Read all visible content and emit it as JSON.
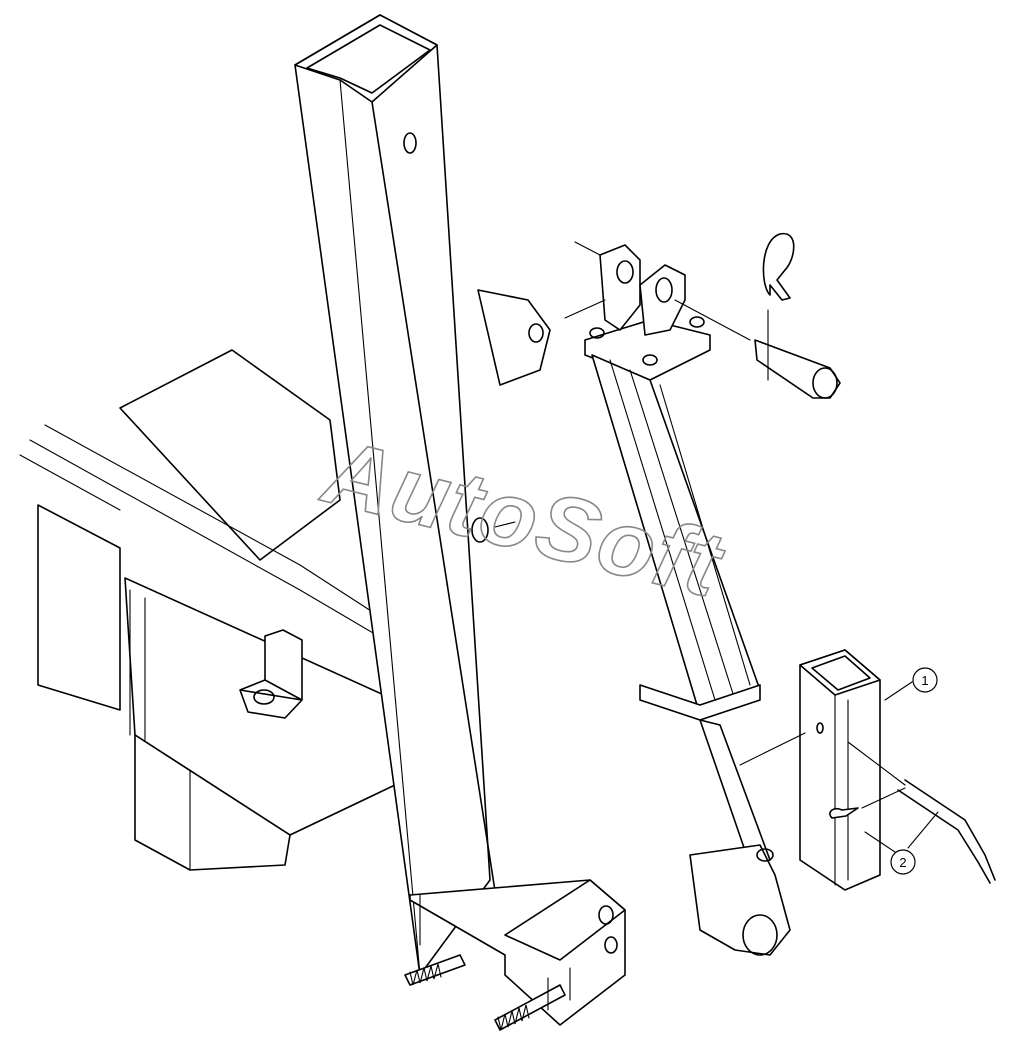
{
  "drawing": {
    "callouts": [
      {
        "number": "1",
        "part": "pin-holder-bracket"
      },
      {
        "number": "2",
        "part": "bent-lock-pin-and-clip"
      }
    ]
  },
  "watermark": {
    "text": "AutoSoft",
    "color": "#888888"
  },
  "colors": {
    "line": "#000000",
    "background": "#ffffff"
  }
}
